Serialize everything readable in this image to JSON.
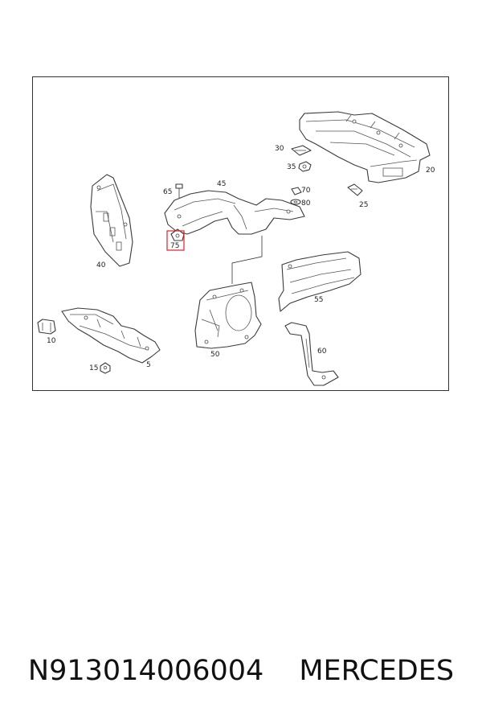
{
  "callouts": {
    "c5": "5",
    "c10": "10",
    "c15": "15",
    "c20": "20",
    "c25": "25",
    "c30": "30",
    "c35": "35",
    "c40": "40",
    "c45": "45",
    "c50": "50",
    "c55": "55",
    "c60": "60",
    "c65": "65",
    "c70": "70",
    "c75": "75",
    "c80": "80"
  },
  "highlight_color": "#e0202a",
  "footer": {
    "part_number": "N913014006004",
    "brand": "MERCEDES"
  }
}
